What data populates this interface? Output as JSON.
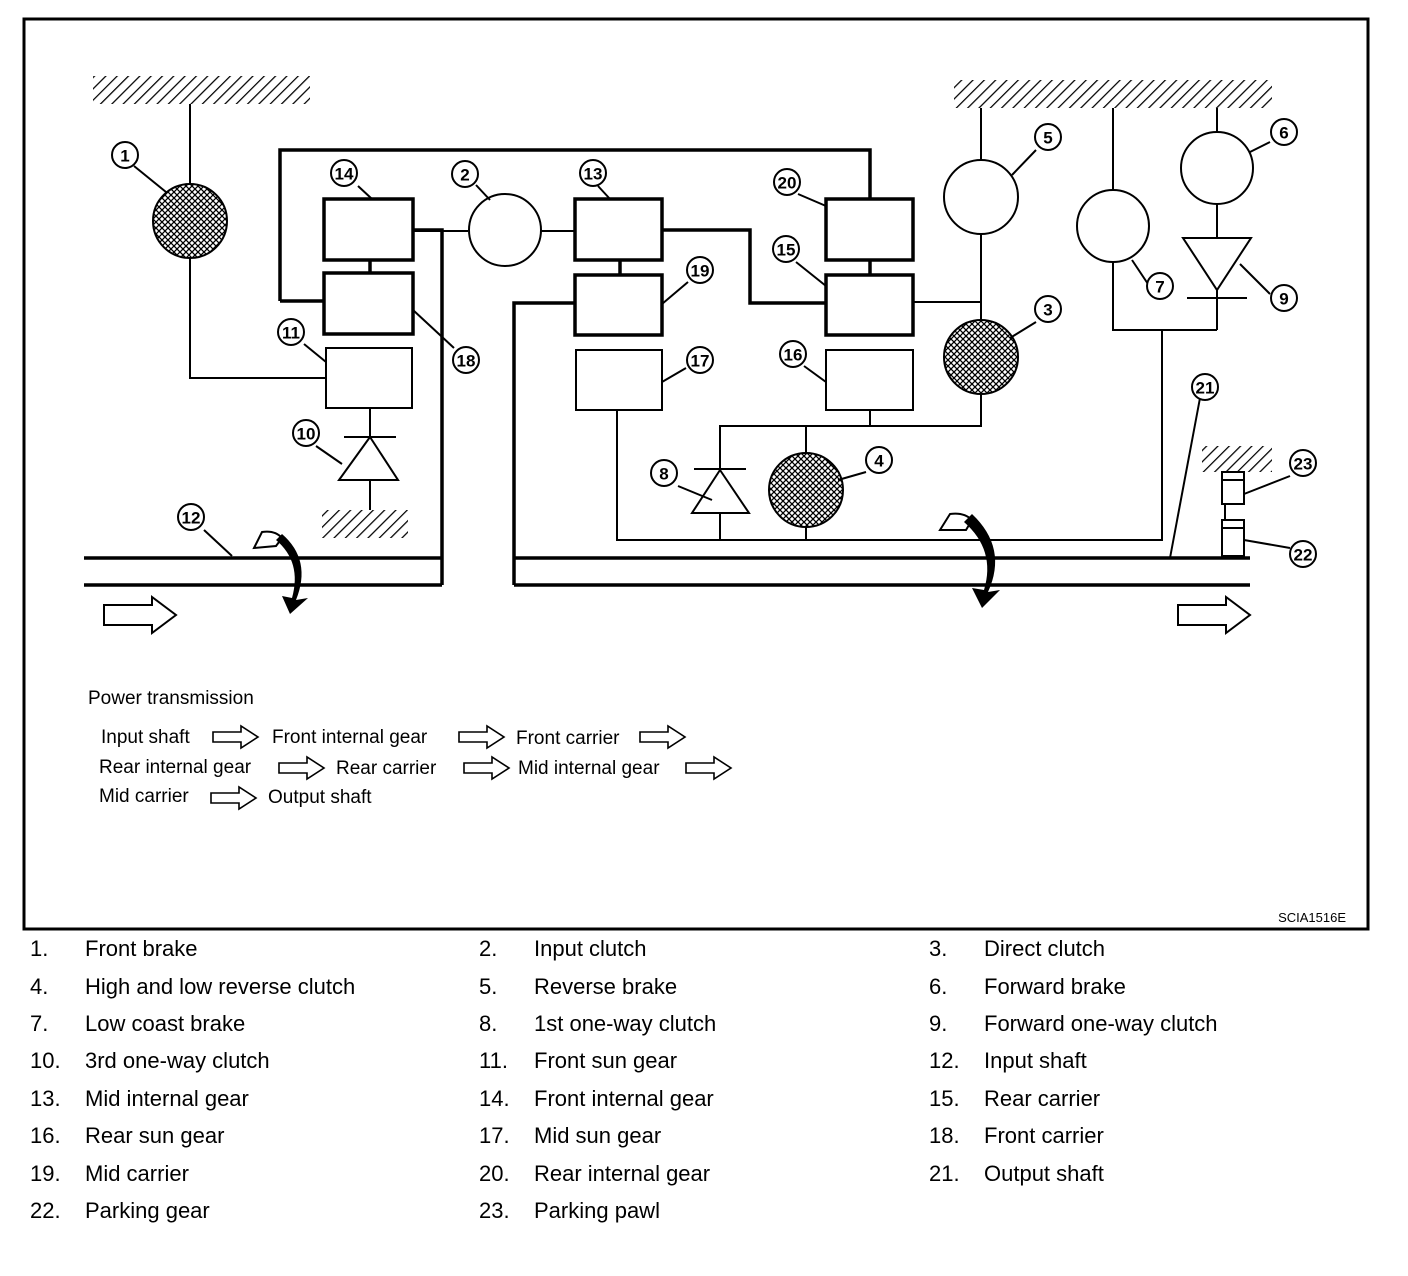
{
  "callouts": [
    "1",
    "2",
    "3",
    "4",
    "5",
    "6",
    "7",
    "8",
    "9",
    "10",
    "11",
    "12",
    "13",
    "14",
    "15",
    "16",
    "17",
    "18",
    "19",
    "20",
    "21",
    "22",
    "23"
  ],
  "power_transmission": {
    "title": "Power transmission",
    "line1": [
      "Input shaft",
      "Front internal gear",
      "Front carrier"
    ],
    "line2": [
      "Rear internal gear",
      "Rear carrier",
      "Mid internal gear"
    ],
    "line3": [
      "Mid carrier",
      "Output shaft"
    ]
  },
  "diagram_code": "SCIA1516E",
  "legend": [
    {
      "num": "1.",
      "name": "Front brake"
    },
    {
      "num": "2.",
      "name": "Input clutch"
    },
    {
      "num": "3.",
      "name": "Direct clutch"
    },
    {
      "num": "4.",
      "name": "High and low reverse clutch"
    },
    {
      "num": "5.",
      "name": "Reverse brake"
    },
    {
      "num": "6.",
      "name": "Forward brake"
    },
    {
      "num": "7.",
      "name": "Low coast brake"
    },
    {
      "num": "8.",
      "name": "1st one-way clutch"
    },
    {
      "num": "9.",
      "name": "Forward one-way clutch"
    },
    {
      "num": "10.",
      "name": "3rd one-way clutch"
    },
    {
      "num": "11.",
      "name": "Front sun gear"
    },
    {
      "num": "12.",
      "name": "Input shaft"
    },
    {
      "num": "13.",
      "name": "Mid internal gear"
    },
    {
      "num": "14.",
      "name": "Front internal gear"
    },
    {
      "num": "15.",
      "name": "Rear carrier"
    },
    {
      "num": "16.",
      "name": "Rear sun gear"
    },
    {
      "num": "17.",
      "name": "Mid sun gear"
    },
    {
      "num": "18.",
      "name": "Front carrier"
    },
    {
      "num": "19.",
      "name": "Mid carrier"
    },
    {
      "num": "20.",
      "name": "Rear internal gear"
    },
    {
      "num": "21.",
      "name": "Output shaft"
    },
    {
      "num": "22.",
      "name": "Parking gear"
    },
    {
      "num": "23.",
      "name": "Parking pawl"
    }
  ]
}
